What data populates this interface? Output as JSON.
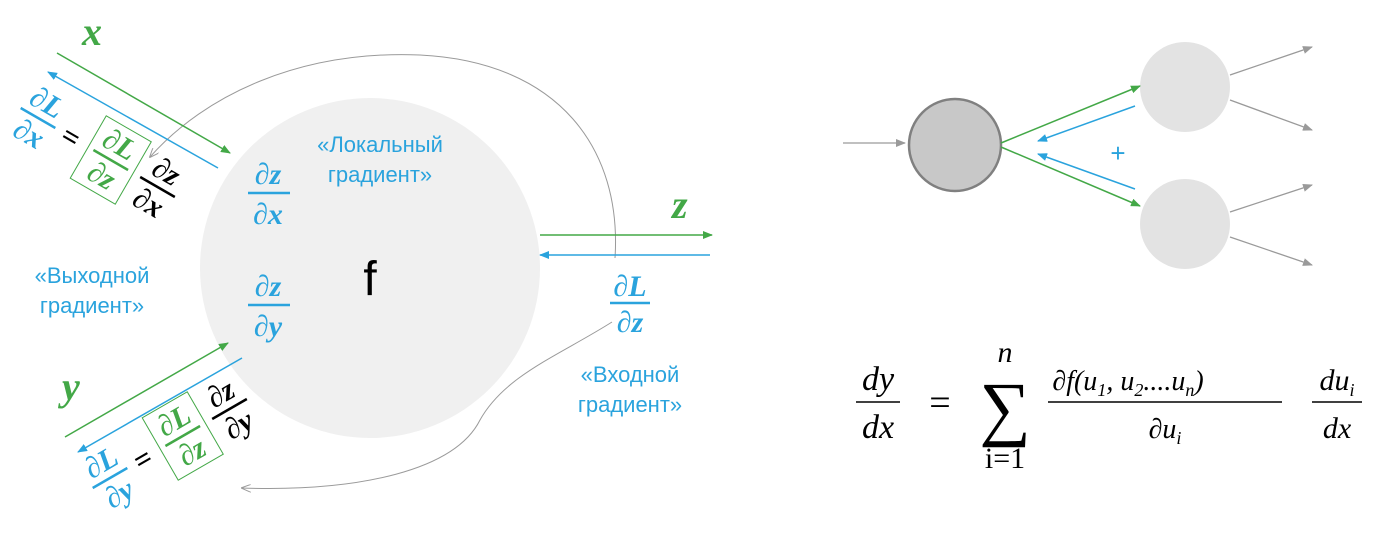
{
  "colors": {
    "green": "#43a847",
    "blue": "#2aa3dd",
    "grey_line": "#9a9a9a",
    "node_big": "#f0f0f0",
    "node_dark": "#c8c8c8",
    "node_light": "#e3e3e3"
  },
  "vars": {
    "x": "x",
    "y": "y",
    "z": "z",
    "f": "f"
  },
  "partials": {
    "dL": "∂L",
    "dx": "∂x",
    "dy": "∂y",
    "dz": "∂z"
  },
  "equals": "=",
  "plus": "+",
  "local_gradient": {
    "line1": "«Локальный",
    "line2": "градиент»"
  },
  "output_gradient": {
    "line1": "«Выходной",
    "line2": "градиент»"
  },
  "input_gradient": {
    "line1": "«Входной",
    "line2": "градиент»"
  },
  "formula": {
    "lhs_num": "dy",
    "lhs_den": "dx",
    "eq": "=",
    "sigma": "∑",
    "upper": "n",
    "lower": "i=1",
    "mid_num_a": "∂f(u",
    "s1": "1",
    "mid_num_b": ", u",
    "s2": "2",
    "mid_num_c": "....u",
    "sn": "n",
    "mid_num_d": ")",
    "mid_den": "∂u",
    "si": "i",
    "rhs_num": "du",
    "rhs_den": "dx"
  }
}
